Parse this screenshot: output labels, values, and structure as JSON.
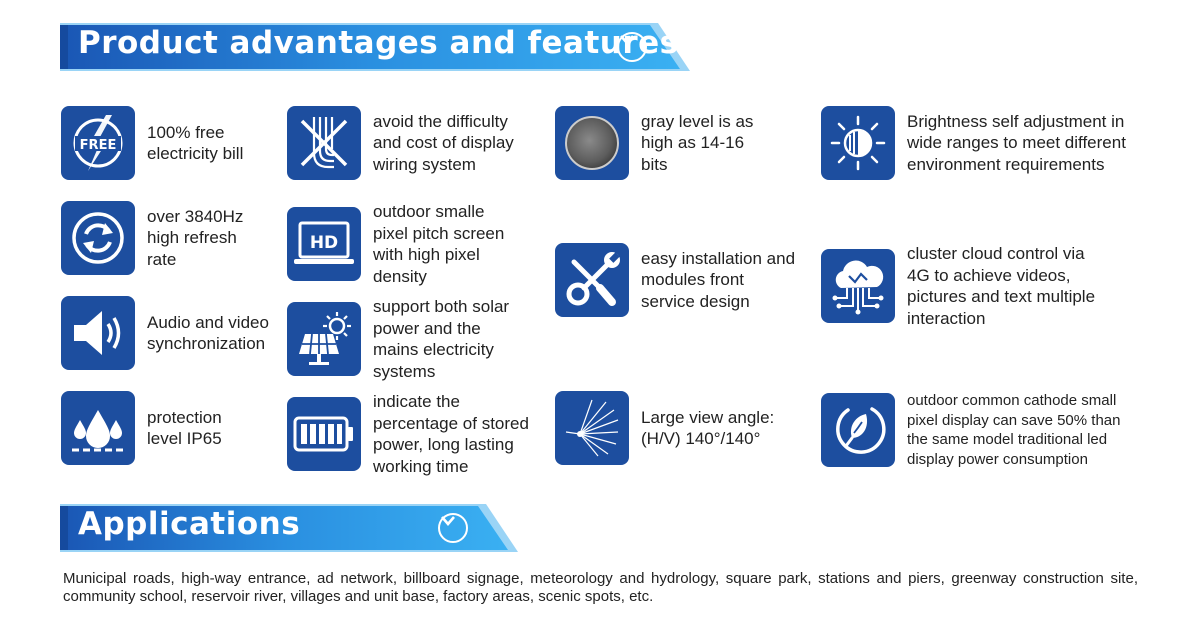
{
  "sections": {
    "features_title": "Product advantages and features",
    "applications_title": "Applications"
  },
  "features": [
    {
      "icon": "free-electricity-icon",
      "text": "100% free electricity bill"
    },
    {
      "icon": "refresh-rate-icon",
      "text": "over 3840Hz high refresh rate"
    },
    {
      "icon": "speaker-icon",
      "text": "Audio and video synchronization"
    },
    {
      "icon": "water-drops-icon",
      "text": "protection level IP65"
    },
    {
      "icon": "no-wiring-icon",
      "text": "avoid the difficulty and cost of display wiring system"
    },
    {
      "icon": "hd-monitor-icon",
      "text": "outdoor smalle pixel pitch screen with high pixel density"
    },
    {
      "icon": "solar-panel-icon",
      "text": "support both solar power and the mains electricity systems"
    },
    {
      "icon": "battery-icon",
      "text": "indicate the percentage of stored power, long lasting working time"
    },
    {
      "icon": "gray-level-icon",
      "text": "gray level is as high as 14-16 bits"
    },
    {
      "icon": "tools-icon",
      "text": "easy installation and modules front service design"
    },
    {
      "icon": "view-angle-icon",
      "text": "Large view angle: (H/V) 140°/140°"
    },
    {
      "icon": "brightness-icon",
      "text": "Brightness self adjustment in wide ranges to meet different environment requirements"
    },
    {
      "icon": "cloud-control-icon",
      "text": "cluster cloud control via 4G to achieve videos, pictures and text multiple interaction"
    },
    {
      "icon": "power-saving-icon",
      "text": "outdoor common cathode small pixel display can save 50% than the same model traditional led display power consumption"
    }
  ],
  "icon_labels": {
    "free": "FREE",
    "hd": "HD"
  },
  "applications_text": "Municipal roads, high-way entrance, ad network, billboard signage, meteorology and hydrology, square park, stations and piers, greenway construction site, community school, reservoir river, villages and unit base, factory areas, scenic spots, etc.",
  "colors": {
    "icon_bg": "#1d4e9f",
    "banner_light": "#2a9ae8",
    "banner_dark": "#1a56b4",
    "text": "#222222"
  }
}
